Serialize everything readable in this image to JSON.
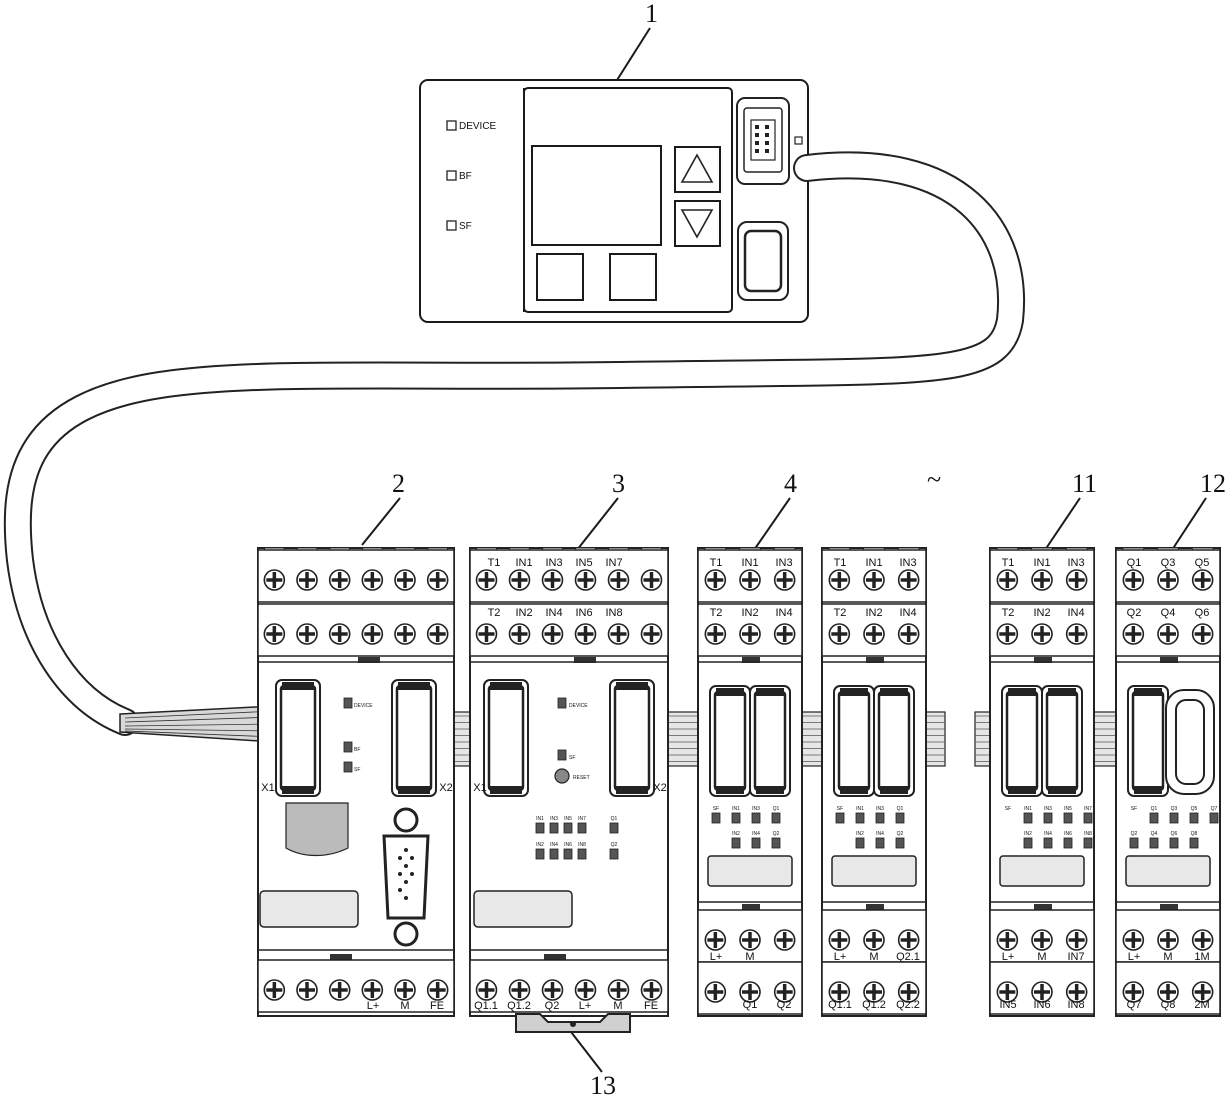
{
  "callouts": [
    "1",
    "2",
    "3",
    "4",
    "~",
    "11",
    "12",
    "13"
  ],
  "display": {
    "led1": "DEVICE",
    "led2": "BF",
    "led3": "SF"
  },
  "m2": {
    "leds": [
      "DEVICE",
      "BF",
      "SF"
    ],
    "x1": "X1",
    "x2": "X2",
    "bottom": [
      "L+",
      "M",
      "FE"
    ]
  },
  "m3": {
    "top1": [
      "T1",
      "IN1",
      "IN3",
      "IN5",
      "IN7"
    ],
    "top2": [
      "T2",
      "IN2",
      "IN4",
      "IN6",
      "IN8"
    ],
    "led_device": "DEVICE",
    "led_sf": "SF",
    "reset": "RESET",
    "x1": "X1",
    "x2": "X2",
    "bottom": [
      "Q1.1",
      "Q1.2",
      "Q2",
      "L+",
      "M",
      "FE"
    ],
    "leds": [
      "IN1",
      "IN3",
      "IN5",
      "IN7",
      "Q1",
      "IN2",
      "IN4",
      "IN6",
      "IN8",
      "Q2"
    ]
  },
  "m4": {
    "top1": [
      "T1",
      "IN1",
      "IN3"
    ],
    "top2": [
      "T2",
      "IN2",
      "IN4"
    ],
    "bot1": [
      "L+",
      "M",
      ""
    ],
    "bot2": [
      "",
      "Q1",
      "Q2"
    ],
    "leds": [
      "SF",
      "IN1",
      "IN3",
      "Q1",
      "IN2",
      "IN4",
      "Q2"
    ]
  },
  "m5": {
    "top1": [
      "T1",
      "IN1",
      "IN3"
    ],
    "top2": [
      "T2",
      "IN2",
      "IN4"
    ],
    "bot1": [
      "L+",
      "M",
      "Q2.1"
    ],
    "bot2": [
      "Q1.1",
      "Q1.2",
      "Q2.2"
    ],
    "leds": [
      "SF",
      "IN1",
      "IN3",
      "Q1",
      "IN2",
      "IN4",
      "Q2"
    ]
  },
  "m11": {
    "top1": [
      "T1",
      "IN1",
      "IN3"
    ],
    "top2": [
      "T2",
      "IN2",
      "IN4"
    ],
    "bot1": [
      "L+",
      "M",
      "IN7"
    ],
    "bot2": [
      "IN5",
      "IN6",
      "IN8"
    ],
    "leds": [
      "SF",
      "IN1",
      "IN3",
      "IN5",
      "IN7",
      "IN2",
      "IN4",
      "IN6",
      "IN8"
    ]
  },
  "m12": {
    "top1": [
      "Q1",
      "Q3",
      "Q5"
    ],
    "top2": [
      "Q2",
      "Q4",
      "Q6"
    ],
    "bot1": [
      "L+",
      "M",
      "1M"
    ],
    "bot2": [
      "Q7",
      "Q8",
      "2M"
    ],
    "leds": [
      "SF",
      "Q1",
      "Q3",
      "Q5",
      "Q7",
      "Q2",
      "Q4",
      "Q6",
      "Q8"
    ]
  }
}
